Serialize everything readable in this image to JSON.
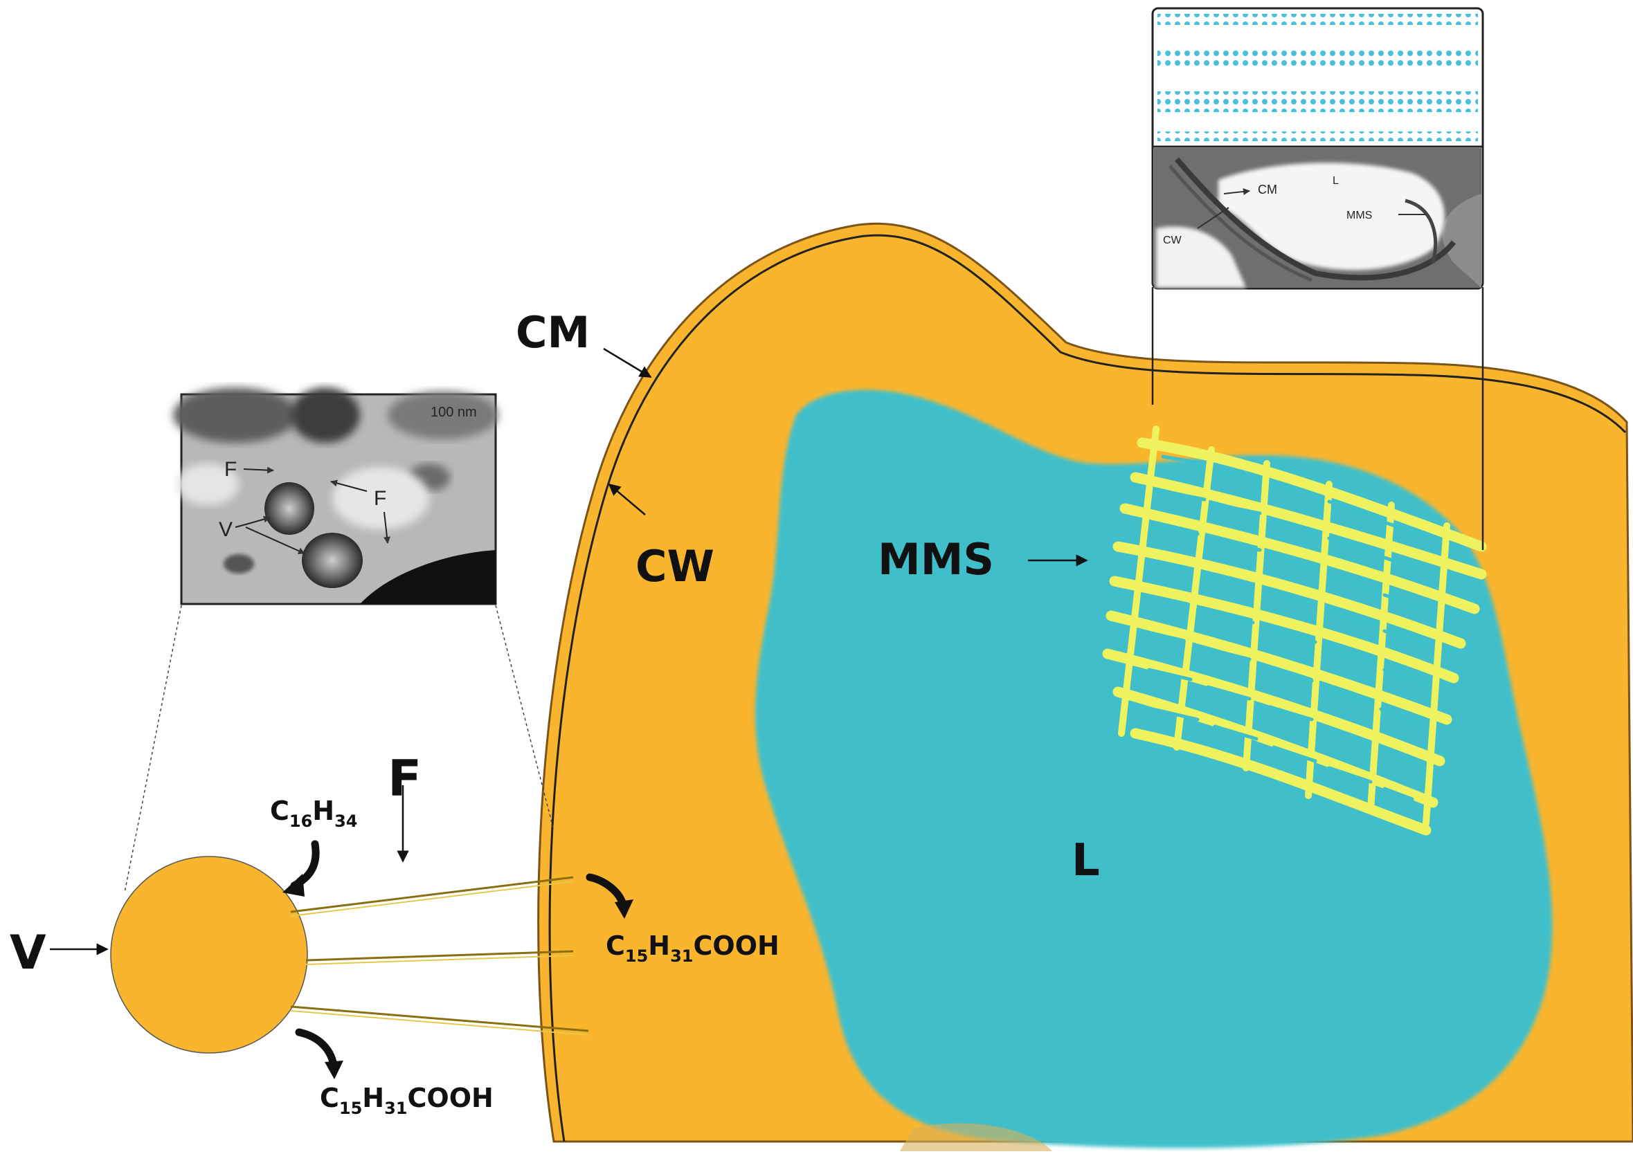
{
  "labels": {
    "cm": "CM",
    "cw": "CW",
    "mms": "MMS",
    "lumen": "L",
    "vesicle": "V",
    "fibril": "F",
    "hexadecane": {
      "c": "C",
      "c_sub": "16",
      "h": "H",
      "h_sub": "34"
    },
    "palmitic_acid": {
      "c": "C",
      "c_sub": "15",
      "h": "H",
      "h_sub": "31",
      "tail": "COOH"
    }
  },
  "micrograph_left": {
    "scale_text": "100 nm",
    "labels": {
      "f1": "F",
      "f2": "F",
      "v": "V"
    }
  },
  "micrograph_top": {
    "labels": {
      "cm": "CM",
      "l": "L",
      "mms": "MMS",
      "cw": "CW"
    }
  },
  "colors": {
    "cell": "#f9b52e",
    "cell_edge": "#b27e2a",
    "lumen": "#3fbfca",
    "mms": "#eef25e",
    "dots": "#46c0dd",
    "ink": "#111111"
  }
}
